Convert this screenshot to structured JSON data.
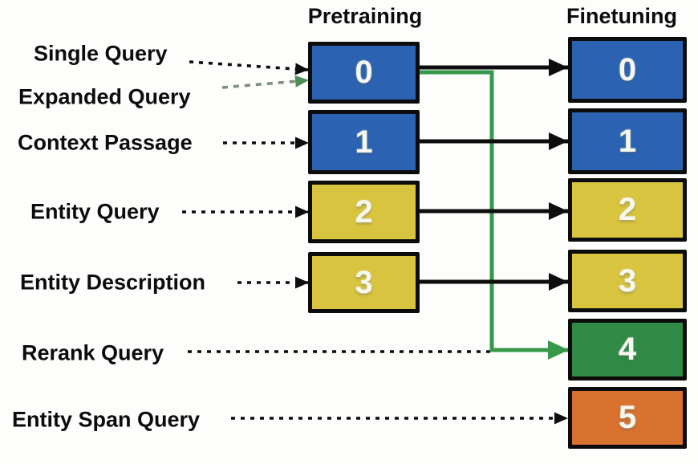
{
  "headers": {
    "pretraining": "Pretraining",
    "finetuning": "Finetuning"
  },
  "labels": [
    {
      "text": "Single Query"
    },
    {
      "text": "Expanded Query"
    },
    {
      "text": "Context Passage"
    },
    {
      "text": "Entity Query"
    },
    {
      "text": "Entity Description"
    },
    {
      "text": "Rerank Query"
    },
    {
      "text": "Entity Span Query"
    }
  ],
  "pretraining_boxes": [
    {
      "value": "0",
      "color": "#2b63b2"
    },
    {
      "value": "1",
      "color": "#2b63b2"
    },
    {
      "value": "2",
      "color": "#d9c440"
    },
    {
      "value": "3",
      "color": "#d9c440"
    }
  ],
  "finetuning_boxes": [
    {
      "value": "0",
      "color": "#2b63b2"
    },
    {
      "value": "1",
      "color": "#2b63b2"
    },
    {
      "value": "2",
      "color": "#d9c440"
    },
    {
      "value": "3",
      "color": "#d9c440"
    },
    {
      "value": "4",
      "color": "#2e8a45"
    },
    {
      "value": "5",
      "color": "#d8722e"
    }
  ],
  "colors": {
    "arrow_black": "#0d0d0d",
    "arrow_green": "#36984a",
    "expanded_dash": "#7e8d80",
    "expanded_head": "#4e8f58",
    "box_border": "#0c0c0c"
  },
  "connections": {
    "label_arrows": [
      {
        "from": "Single Query",
        "to": "pretraining.0",
        "style": "black-dotted"
      },
      {
        "from": "Expanded Query",
        "to": "pretraining.0",
        "style": "green-dashed"
      },
      {
        "from": "Context Passage",
        "to": "pretraining.1",
        "style": "black-dotted"
      },
      {
        "from": "Entity Query",
        "to": "pretraining.2",
        "style": "black-dotted"
      },
      {
        "from": "Entity Description",
        "to": "pretraining.3",
        "style": "black-dotted"
      },
      {
        "from": "Rerank Query",
        "to": "finetuning.4",
        "style": "black-dotted"
      },
      {
        "from": "Entity Span Query",
        "to": "finetuning.5",
        "style": "black-dotted"
      }
    ],
    "box_arrows": [
      {
        "from": "pretraining.0",
        "to": "finetuning.0",
        "style": "black-solid"
      },
      {
        "from": "pretraining.1",
        "to": "finetuning.1",
        "style": "black-solid"
      },
      {
        "from": "pretraining.2",
        "to": "finetuning.2",
        "style": "black-solid"
      },
      {
        "from": "pretraining.3",
        "to": "finetuning.3",
        "style": "black-solid"
      },
      {
        "from": "pretraining.0",
        "to": "finetuning.4",
        "style": "green-solid"
      }
    ]
  }
}
